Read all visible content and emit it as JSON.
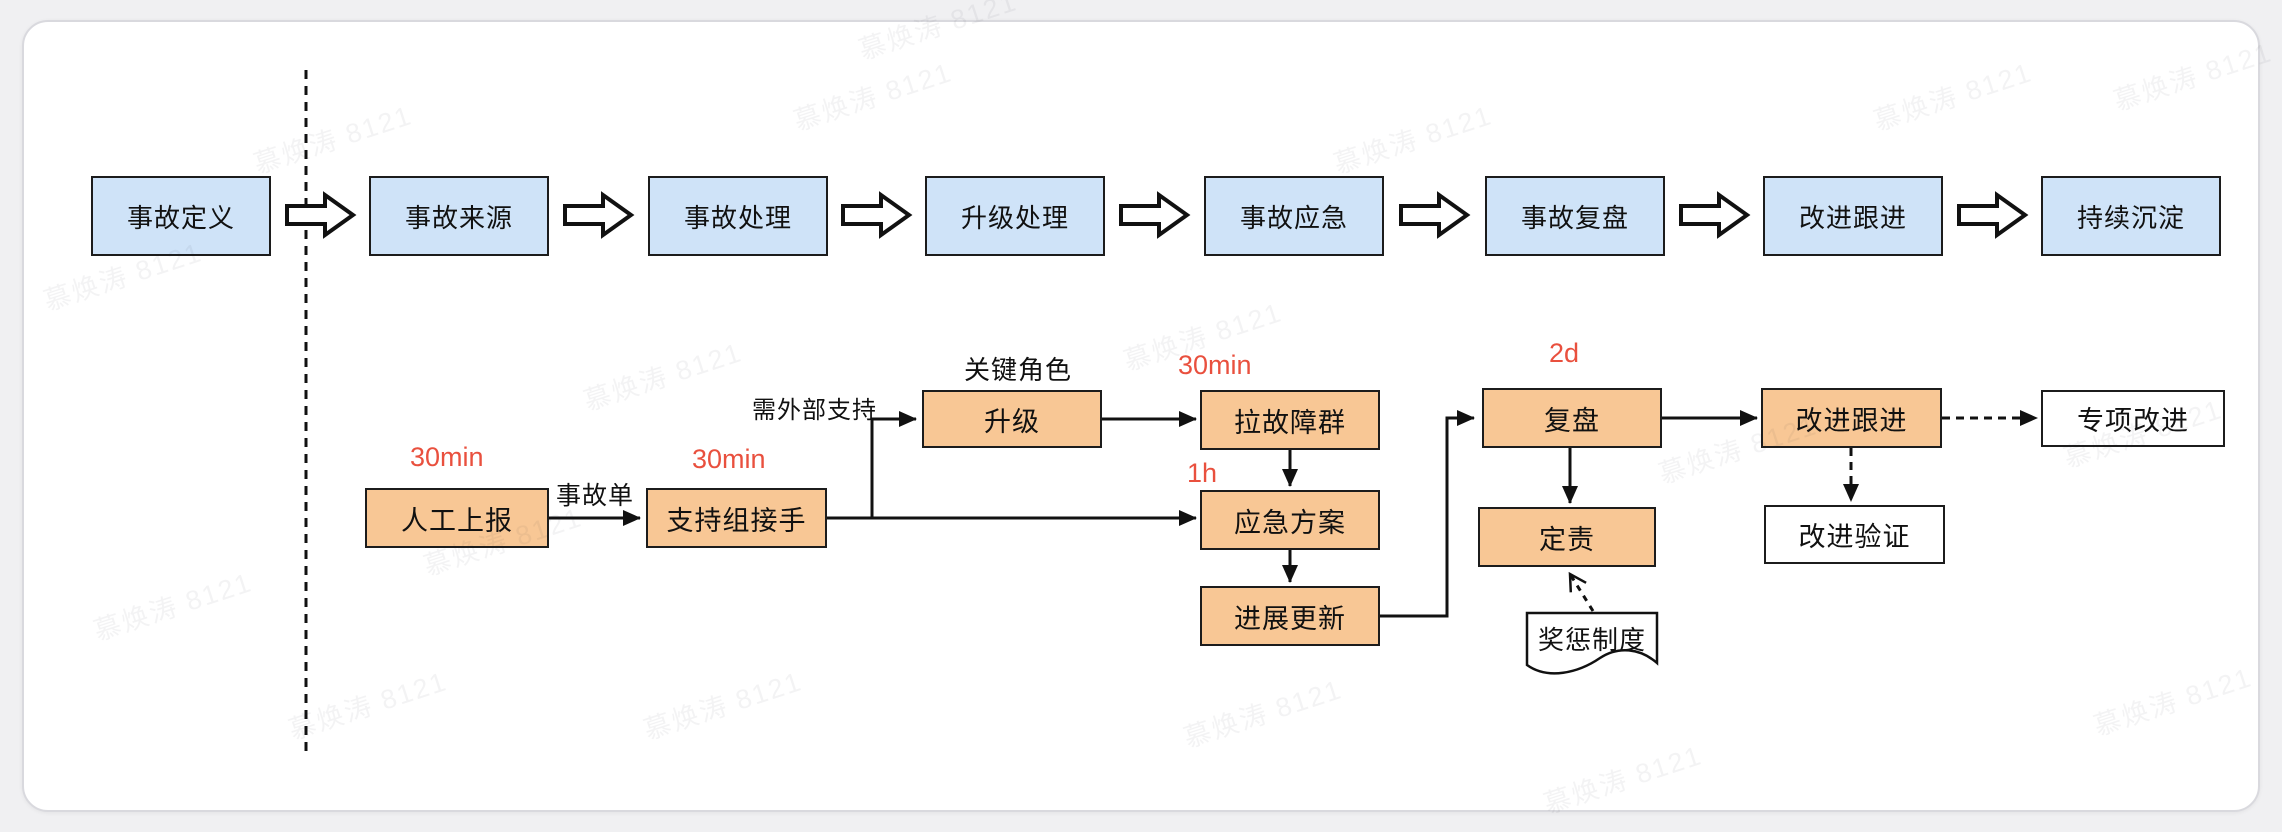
{
  "watermark": {
    "text": "慕焕涛 8121"
  },
  "colors": {
    "phase_fill": "#cfe3f8",
    "node_fill": "#f8c795",
    "plain_fill": "#ffffff",
    "stroke": "#1c1c1c",
    "sla_red": "#e9503e"
  },
  "phases": [
    {
      "label": "事故定义"
    },
    {
      "label": "事故来源"
    },
    {
      "label": "事故处理"
    },
    {
      "label": "升级处理"
    },
    {
      "label": "事故应急"
    },
    {
      "label": "事故复盘"
    },
    {
      "label": "改进跟进"
    },
    {
      "label": "持续沉淀"
    }
  ],
  "nodes": {
    "manual_report": {
      "label": "人工上报",
      "sla": "30min"
    },
    "support_takeover": {
      "label": "支持组接手",
      "sla": "30min"
    },
    "escalate": {
      "label": "升级",
      "note": "关键角色"
    },
    "fault_group": {
      "label": "拉故障群",
      "sla": "30min"
    },
    "emergency_plan": {
      "label": "应急方案",
      "sla": "1h"
    },
    "progress_update": {
      "label": "进展更新"
    },
    "review": {
      "label": "复盘",
      "sla": "2d"
    },
    "accountability": {
      "label": "定责"
    },
    "improvement_followup": {
      "label": "改进跟进"
    },
    "special_improvement": {
      "label": "专项改进"
    },
    "improvement_verify": {
      "label": "改进验证"
    },
    "reward_punishment": {
      "label": "奖惩制度"
    }
  },
  "edge_labels": {
    "incident_ticket": "事故单",
    "need_external_support": "需外部支持"
  }
}
